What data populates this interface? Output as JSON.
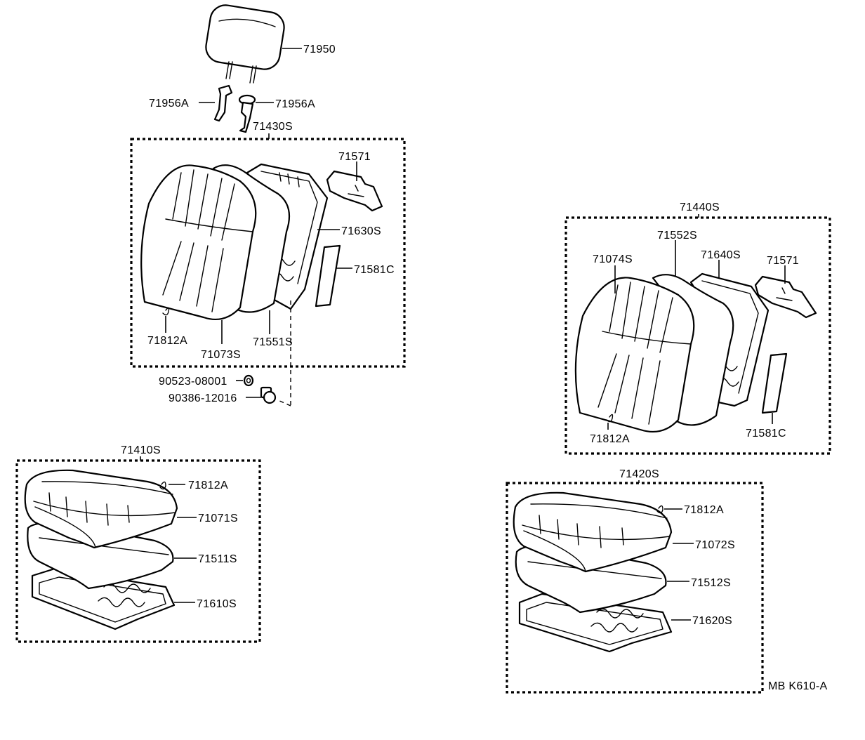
{
  "diagram": {
    "reference_code": "MB K610-A",
    "groups": [
      {
        "id": "71430S",
        "label": "71430S"
      },
      {
        "id": "71440S",
        "label": "71440S"
      },
      {
        "id": "71410S",
        "label": "71410S"
      },
      {
        "id": "71420S",
        "label": "71420S"
      }
    ],
    "parts": {
      "headrest": "71950",
      "headrest_support_left": "71956A",
      "headrest_support_right": "71956A",
      "back_pad_frame_left": "71571",
      "back_frame_left": "71630S",
      "back_cover_board_left": "71581C",
      "back_hog_ring_left": "71812A",
      "back_cover_left": "71073S",
      "back_pad_left": "71551S",
      "washer": "90523-08001",
      "bolt": "90386-12016",
      "back_cover_right": "71074S",
      "back_pad_right": "71552S",
      "back_frame_right": "71640S",
      "back_pad_frame_right": "71571",
      "back_hog_ring_right": "71812A",
      "back_cover_board_right": "71581C",
      "cushion_hog_ring_left": "71812A",
      "cushion_cover_left": "71071S",
      "cushion_pad_left": "71511S",
      "cushion_frame_left": "71610S",
      "cushion_hog_ring_right": "71812A",
      "cushion_cover_right": "71072S",
      "cushion_pad_right": "71512S",
      "cushion_frame_right": "71620S"
    }
  }
}
